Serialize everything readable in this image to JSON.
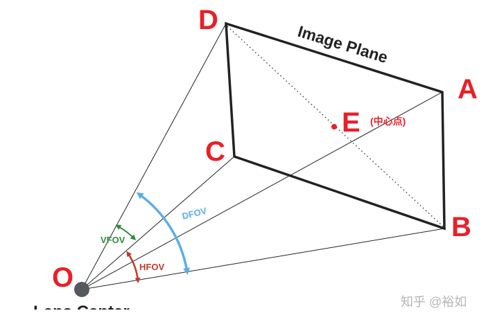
{
  "diagram": {
    "plane_label": "Image Plane",
    "center_note": "(中心点)",
    "lens_label": "Lens Center",
    "points": {
      "O": "O",
      "A": "A",
      "B": "B",
      "C": "C",
      "D": "D",
      "E": "E"
    },
    "angles": {
      "vfov": "VFOV",
      "hfov": "HFOV",
      "dfov": "DFOV"
    },
    "watermark": "知乎 @裕如"
  },
  "colors": {
    "corner_labels": "#e8202a",
    "vfov": "#2e8b3a",
    "hfov": "#c0392b",
    "dfov": "#5aaee8",
    "lines": "#222222",
    "lens": "#55595f",
    "watermark": "#b5b5b5"
  }
}
